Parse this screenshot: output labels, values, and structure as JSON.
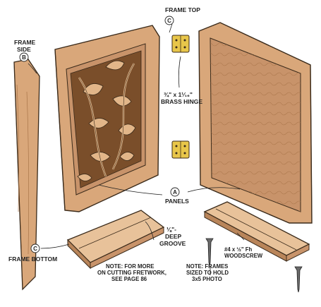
{
  "labels": {
    "frame_top": "FRAME TOP",
    "frame_top_letter": "C",
    "frame_side_1": "FRAME",
    "frame_side_2": "SIDE",
    "frame_side_letter": "B",
    "hinge_1": "¾\" x 1¹⁄₁₆\"",
    "hinge_2": "BRASS HINGE",
    "panels_letter": "A",
    "panels": "PANELS",
    "groove_1": "⅛\"-",
    "groove_2": "DEEP",
    "groove_3": "GROOVE",
    "frame_bottom_letter": "C",
    "frame_bottom": "FRAME BOTTOM",
    "note_fretwork_1": "NOTE: FOR MORE",
    "note_fretwork_2": "ON CUTTING FRETWORK,",
    "note_fretwork_3": "SEE PAGE 86",
    "note_frames_1": "NOTE: FRAMES",
    "note_frames_2": "SIZED TO HOLD",
    "note_frames_3": "3x5 PHOTO",
    "screw_1": "#4 x ½\" Fh",
    "screw_2": "WOODSCREW"
  },
  "colors": {
    "wood": "#d9a77a",
    "wood_light": "#e8c29a",
    "wood_dark": "#b9855a",
    "brass": "#e8c64a",
    "outline": "#3a2a1a"
  }
}
